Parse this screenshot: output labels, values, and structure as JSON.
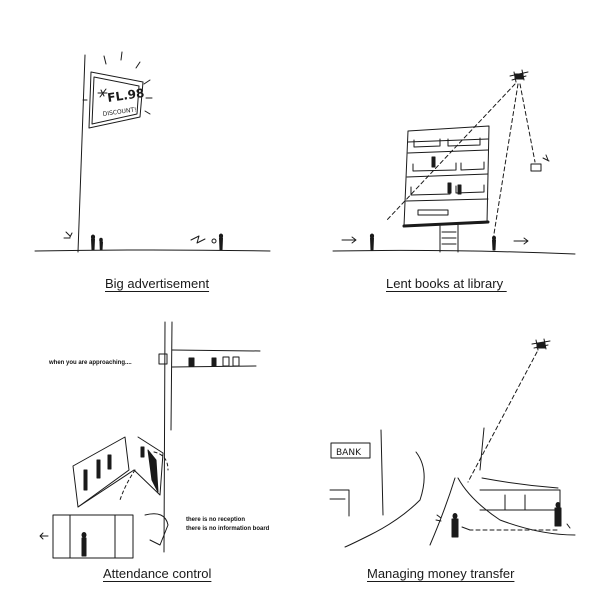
{
  "panels": [
    {
      "caption": "Big advertisement",
      "billboard_text": "FL.98",
      "billboard_subtext": "DISCOUNT!"
    },
    {
      "caption": "Lent books at library "
    },
    {
      "caption": "Attendance control",
      "note_top": "when you are approaching....",
      "note_bottom_1": "there is no reception",
      "note_bottom_2": "there is no information board"
    },
    {
      "caption": "Managing money transfer",
      "sign_text": "BANK"
    }
  ],
  "colors": {
    "ink": "#1a1a1a",
    "background": "#ffffff"
  }
}
